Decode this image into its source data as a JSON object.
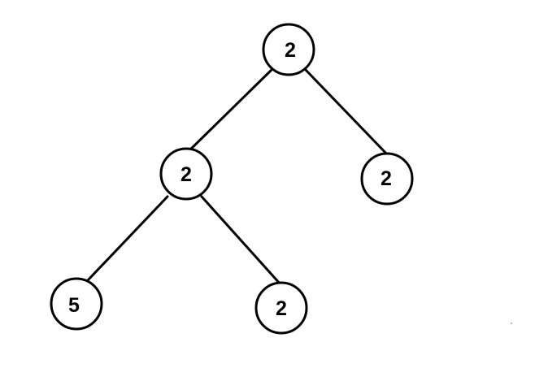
{
  "tree": {
    "nodes": [
      {
        "id": "root",
        "value": "2"
      },
      {
        "id": "left",
        "value": "2"
      },
      {
        "id": "right",
        "value": "2"
      },
      {
        "id": "left-left",
        "value": "5"
      },
      {
        "id": "left-right",
        "value": "2"
      }
    ],
    "edges": [
      {
        "from": "root",
        "to": "left"
      },
      {
        "from": "root",
        "to": "right"
      },
      {
        "from": "left",
        "to": "left-left"
      },
      {
        "from": "left",
        "to": "left-right"
      }
    ]
  },
  "colors": {
    "line": "#000000",
    "node_fill": "#ffffff",
    "text": "#000000",
    "background": "#ffffff"
  }
}
